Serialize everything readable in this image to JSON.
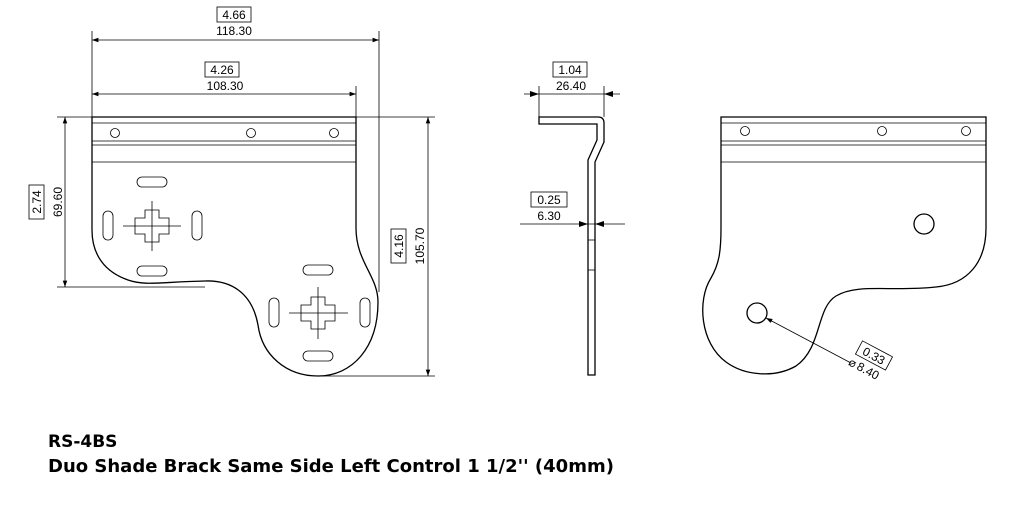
{
  "dims": {
    "overall_width_in": "4.66",
    "overall_width_mm": "118.30",
    "inner_width_in": "4.26",
    "inner_width_mm": "108.30",
    "upper_height_in": "2.74",
    "upper_height_mm": "69.60",
    "total_height_in": "4.16",
    "total_height_mm": "105.70",
    "side_width_in": "1.04",
    "side_width_mm": "26.40",
    "thickness_in": "0.25",
    "thickness_mm": "6.30",
    "hole_dia_in": "0.33",
    "hole_dia_mm": "8.40"
  },
  "caption": {
    "model": "RS-4BS",
    "description": "Duo Shade Brack Same Side Left Control 1 1/2'' (40mm)"
  }
}
